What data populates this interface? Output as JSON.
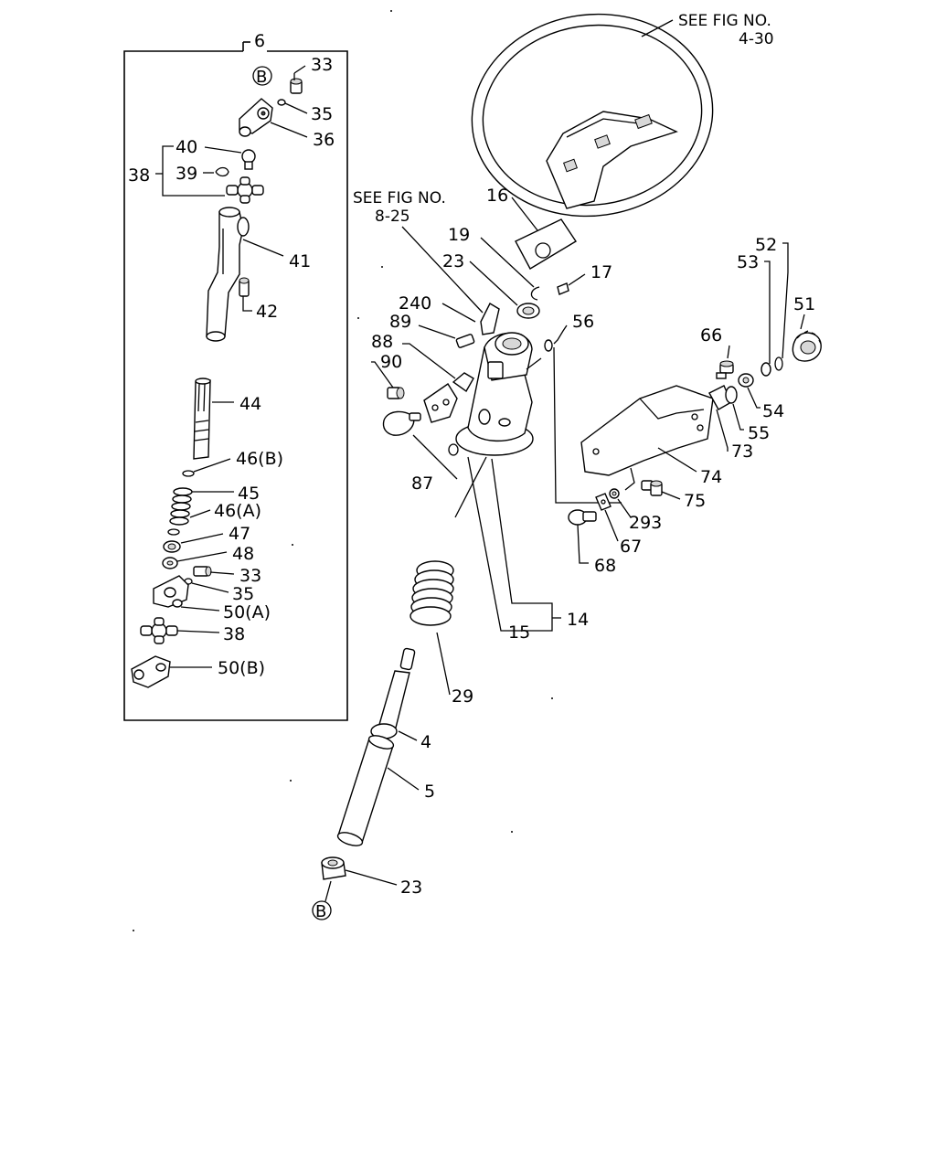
{
  "references": {
    "wheel_ref_line1": "SEE FIG NO.",
    "wheel_ref_line2": "4-30",
    "switch_ref_line1": "SEE FIG NO.",
    "switch_ref_line2": "8-25"
  },
  "markers": {
    "b_top": "B",
    "b_bottom": "B"
  },
  "labels": {
    "p6": "6",
    "p33a": "33",
    "p35a": "35",
    "p36": "36",
    "p40": "40",
    "p39": "39",
    "p38a": "38",
    "p41": "41",
    "p42": "42",
    "p44": "44",
    "p46b": "46(B)",
    "p45": "45",
    "p46a": "46(A)",
    "p47": "47",
    "p48": "48",
    "p33b": "33",
    "p35b": "35",
    "p50a": "50(A)",
    "p38b": "38",
    "p50b": "50(B)",
    "p16": "16",
    "p19": "19",
    "p23a": "23",
    "p17": "17",
    "p240": "240",
    "p89": "89",
    "p88": "88",
    "p90": "90",
    "p56": "56",
    "p87": "87",
    "p14": "14",
    "p15": "15",
    "p29": "29",
    "p4": "4",
    "p5": "5",
    "p23b": "23",
    "p52": "52",
    "p53": "53",
    "p51": "51",
    "p66": "66",
    "p54": "54",
    "p55": "55",
    "p73": "73",
    "p74": "74",
    "p75": "75",
    "p293": "293",
    "p67": "67",
    "p68": "68"
  }
}
